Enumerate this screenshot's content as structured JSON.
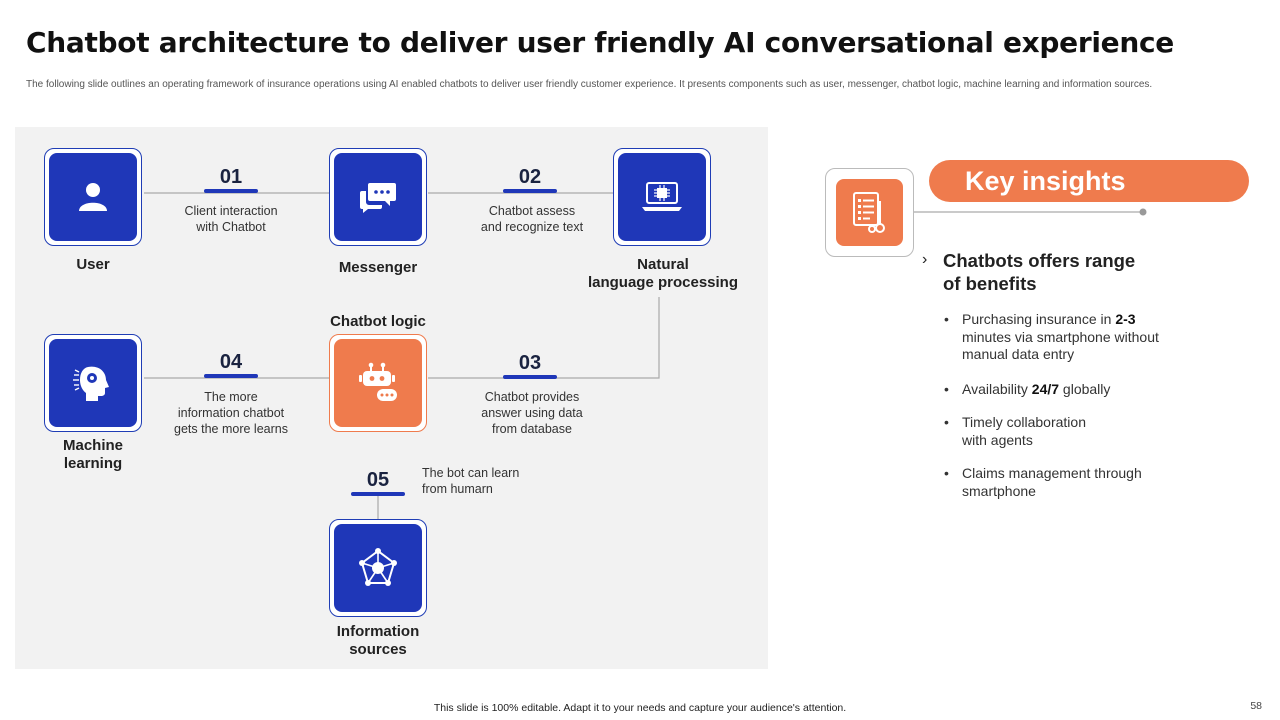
{
  "title": "Chatbot architecture to deliver user friendly AI conversational experience",
  "subtitle": "The following slide outlines an operating framework of insurance operations using AI enabled chatbots to deliver user friendly customer experience. It presents components such as user, messenger, chatbot logic, machine learning and information sources.",
  "nodes": {
    "user": {
      "label": "User",
      "icon": "user-icon"
    },
    "messenger": {
      "label": "Messenger",
      "icon": "chat-bubbles-icon"
    },
    "nlp": {
      "label1": "Natural",
      "label2": "language processing",
      "icon": "laptop-chip-icon"
    },
    "chatbot_logic": {
      "label": "Chatbot logic",
      "icon": "robot-icon"
    },
    "machine_learning": {
      "label1": "Machine",
      "label2": "learning",
      "icon": "brain-head-icon"
    },
    "info_sources": {
      "label1": "Information",
      "label2": "sources",
      "icon": "network-hub-icon"
    }
  },
  "steps": [
    {
      "num": "01",
      "line1": "Client interaction",
      "line2": "with Chatbot"
    },
    {
      "num": "02",
      "line1": "Chatbot assess",
      "line2": "and recognize text"
    },
    {
      "num": "03",
      "line1": "Chatbot provides",
      "line2": "answer using data",
      "line3": "from database"
    },
    {
      "num": "04",
      "line1": "The more",
      "line2": "information chatbot",
      "line3": "gets the more learns"
    },
    {
      "num": "05",
      "line1": "The bot can learn",
      "line2": "from humarn"
    }
  ],
  "insights": {
    "title": "Key insights",
    "icon": "document-checklist-icon",
    "heading_line1": "Chatbots offers range",
    "heading_line2": "of benefits",
    "bullets": [
      {
        "pre": "Purchasing insurance in ",
        "bold": "2-3",
        "post": " minutes via smartphone without manual data entry"
      },
      {
        "pre": "Availability ",
        "bold": "24/7",
        "post": " globally"
      },
      {
        "pre": "Timely collaboration with agents",
        "bold": "",
        "post": ""
      },
      {
        "pre": "Claims management through smartphone",
        "bold": "",
        "post": ""
      }
    ]
  },
  "footer": "This slide is 100% editable. Adapt it to your needs and capture your audience's attention.",
  "page_number": "58",
  "colors": {
    "primary_blue": "#1f37b8",
    "accent_orange": "#ef7b4d",
    "panel_gray": "#f2f2f2"
  }
}
